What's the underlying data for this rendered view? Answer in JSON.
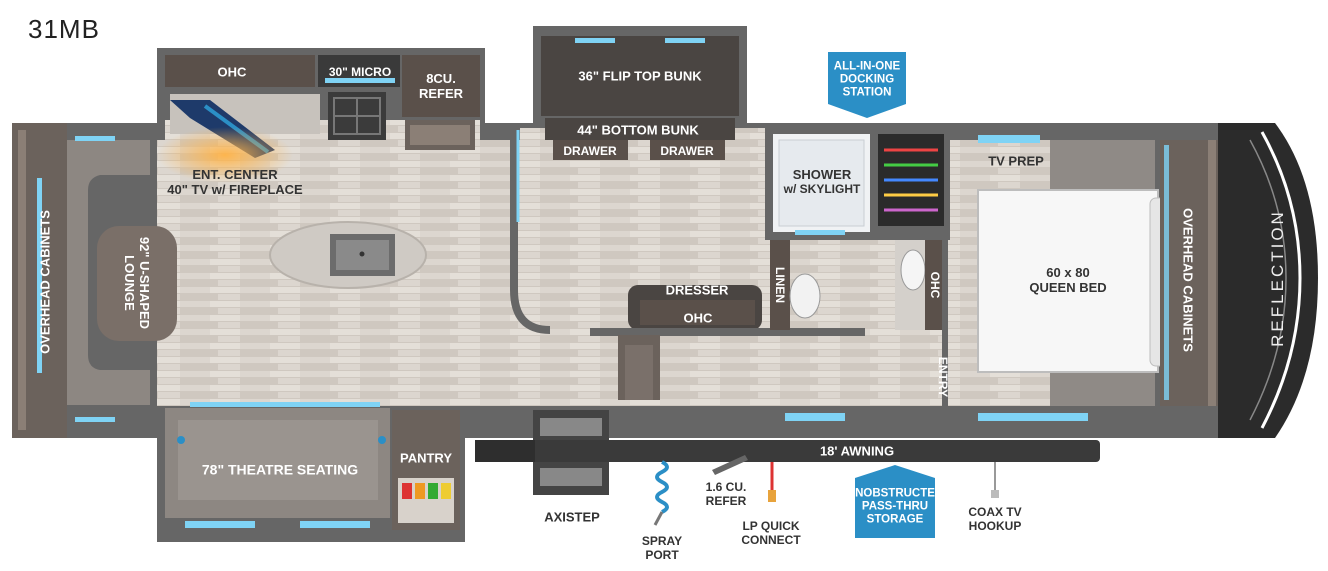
{
  "model": "31MB",
  "brand": "REFLECTION",
  "labels": {
    "ohc_kitchen": "OHC",
    "micro": "30\" MICRO",
    "refer_line1": "8CU.",
    "refer_line2": "REFER",
    "flip_top_bunk": "36\" FLIP TOP BUNK",
    "bottom_bunk": "44\" BOTTOM BUNK",
    "drawer_left": "DRAWER",
    "drawer_right": "DRAWER",
    "ent_center_line1": "ENT. CENTER",
    "ent_center_line2": "40\" TV w/ FIREPLACE",
    "overhead_cabinets_left": "OVERHEAD CABINETS",
    "lounge_line1": "92\" U-SHAPED",
    "lounge_line2": "LOUNGE",
    "theatre_seating": "78\" THEATRE SEATING",
    "pantry": "PANTRY",
    "dresser": "DRESSER",
    "ohc_dresser": "OHC",
    "linen": "LINEN",
    "shower_line1": "SHOWER",
    "shower_line2": "w/ SKYLIGHT",
    "ohc_bath": "OHC",
    "entry": "ENTRY",
    "tv_prep": "TV PREP",
    "bed_line1": "60 x 80",
    "bed_line2": "QUEEN BED",
    "overhead_cabinets_right": "OVERHEAD CABINETS",
    "awning": "18' AWNING",
    "axistep": "AXISTEP",
    "spray_line1": "SPRAY",
    "spray_line2": "PORT",
    "refer16_line1": "1.6 CU.",
    "refer16_line2": "REFER",
    "lp_line1": "LP QUICK",
    "lp_line2": "CONNECT",
    "coax_line1": "COAX TV",
    "coax_line2": "HOOKUP"
  },
  "callouts": {
    "docking": [
      "ALL-IN-ONE",
      "DOCKING",
      "STATION"
    ],
    "storage": [
      "UNOBSTRUCTED",
      "PASS-THRU",
      "STORAGE"
    ]
  },
  "colors": {
    "wall": "#5c5c5c",
    "floor": "#d9d3cc",
    "cabinet": "#4a4542",
    "accent_blue": "#2b8fc6",
    "led": "#7fd3f5",
    "cap": "#2b2b2b"
  }
}
